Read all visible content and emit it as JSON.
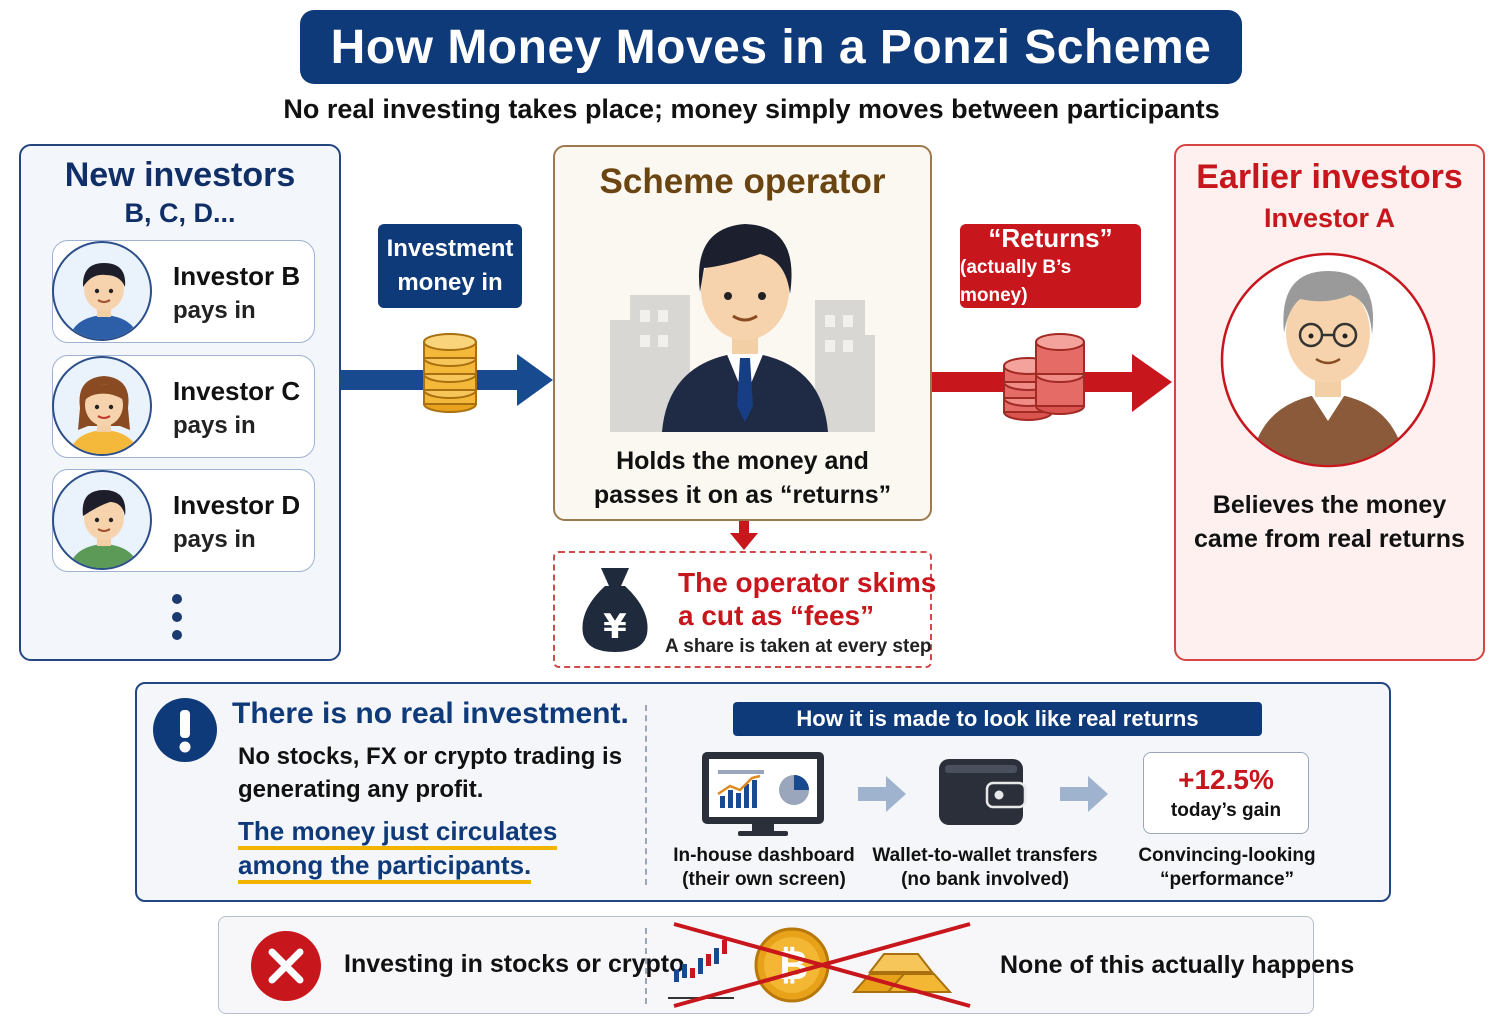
{
  "header": {
    "title": "How Money Moves in a Ponzi Scheme",
    "subtitle": "No real investing takes place; money simply moves between participants"
  },
  "new_investors": {
    "title": "New investors",
    "subtitle": "B, C, D...",
    "items": [
      {
        "name": "Investor B",
        "action": "pays in"
      },
      {
        "name": "Investor C",
        "action": "pays in"
      },
      {
        "name": "Investor D",
        "action": "pays in"
      }
    ]
  },
  "flow_in": {
    "line1": "Investment",
    "line2": "money in"
  },
  "operator": {
    "title": "Scheme operator",
    "desc_line1": "Holds the money and",
    "desc_line2": "passes it on as “returns”"
  },
  "flow_out": {
    "title": "“Returns”",
    "sub": "(actually B’s money)"
  },
  "fees": {
    "line1": "The operator skims",
    "line2": "a cut as “fees”",
    "sub": "A share is taken at every step",
    "currency": "¥"
  },
  "earlier_investors": {
    "title": "Earlier investors",
    "subtitle": "Investor A",
    "desc_line1": "Believes the money",
    "desc_line2": "came from real returns"
  },
  "info": {
    "heading": "There is no real investment.",
    "text": "No stocks, FX or crypto trading is generating any profit.",
    "highlight_line1": "The money just circulates",
    "highlight_line2": "among the participants.",
    "how_label": "How it is made to look like real returns",
    "steps": [
      {
        "line1": "In-house dashboard",
        "line2": "(their own screen)"
      },
      {
        "line1": "Wallet-to-wallet transfers",
        "line2": "(no bank involved)"
      },
      {
        "line1": "Convincing-looking",
        "line2": "“performance”"
      }
    ],
    "gain_value": "+12.5%",
    "gain_label": "today’s gain"
  },
  "bottom": {
    "left": "Investing in stocks or crypto",
    "right": "None of this actually happens"
  },
  "colors": {
    "navy": "#0f3a7a",
    "red": "#c8161d",
    "brown": "#6b4511",
    "gold": "#f2b400"
  }
}
